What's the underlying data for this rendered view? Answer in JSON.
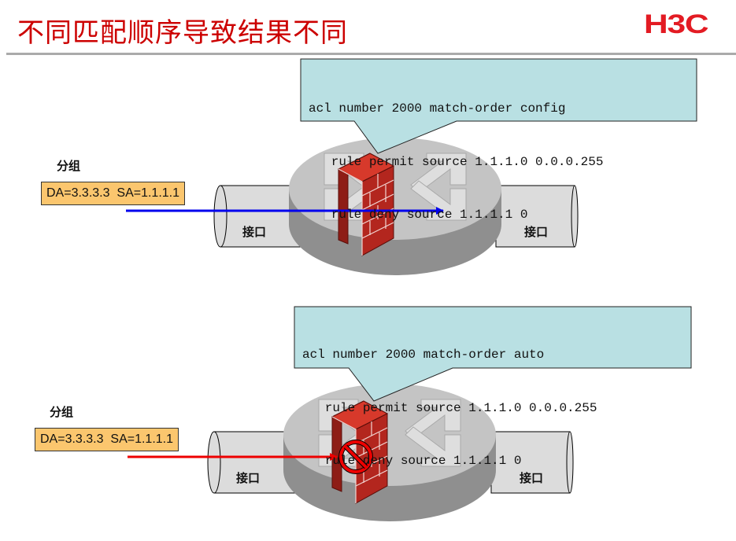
{
  "header": {
    "title": "不同匹配顺序导致结果不同",
    "logo": "H3C"
  },
  "colors": {
    "title": "#cc0000",
    "logo": "#e31b23",
    "callout_bg": "#b9e0e3",
    "packet_bg": "#fbc66e",
    "permit_arrow": "#0000ee",
    "deny_arrow": "#ee0000",
    "firewall": "#b3261e"
  },
  "scenarios": [
    {
      "acl_lines": [
        "acl number 2000 match-order config",
        "   rule permit source 1.1.1.0 0.0.0.255",
        "   rule deny source 1.1.1.1 0"
      ],
      "packet_label": "分组",
      "packet": "DA=3.3.3.3  SA=1.1.1.1",
      "in_interface": "接口",
      "out_interface": "接口",
      "result": "permit",
      "arrow_icon": "arrow-right-icon"
    },
    {
      "acl_lines": [
        "acl number 2000 match-order auto",
        "   rule permit source 1.1.1.0 0.0.0.255",
        "   rule deny source 1.1.1.1 0"
      ],
      "packet_label": "分组",
      "packet": "DA=3.3.3.3  SA=1.1.1.1",
      "in_interface": "接口",
      "out_interface": "接口",
      "result": "deny",
      "arrow_icon": "arrow-right-icon",
      "block_icon": "no-entry-icon"
    }
  ]
}
